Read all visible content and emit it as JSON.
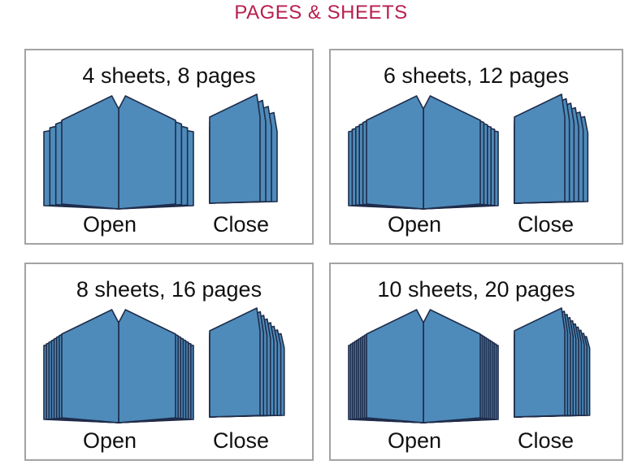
{
  "title": "PAGES & SHEETS",
  "colors": {
    "title": "#b81e4e",
    "page_fill": "#4e8bba",
    "page_stroke": "#1f2c4a",
    "border": "#a3a3a3"
  },
  "panels": [
    {
      "heading": "4 sheets, 8 pages",
      "sheets": 4,
      "open_label": "Open",
      "close_label": "Close"
    },
    {
      "heading": "6 sheets, 12 pages",
      "sheets": 6,
      "open_label": "Open",
      "close_label": "Close"
    },
    {
      "heading": "8 sheets, 16 pages",
      "sheets": 8,
      "open_label": "Open",
      "close_label": "Close"
    },
    {
      "heading": "10 sheets, 20 pages",
      "sheets": 10,
      "open_label": "Open",
      "close_label": "Close"
    }
  ]
}
